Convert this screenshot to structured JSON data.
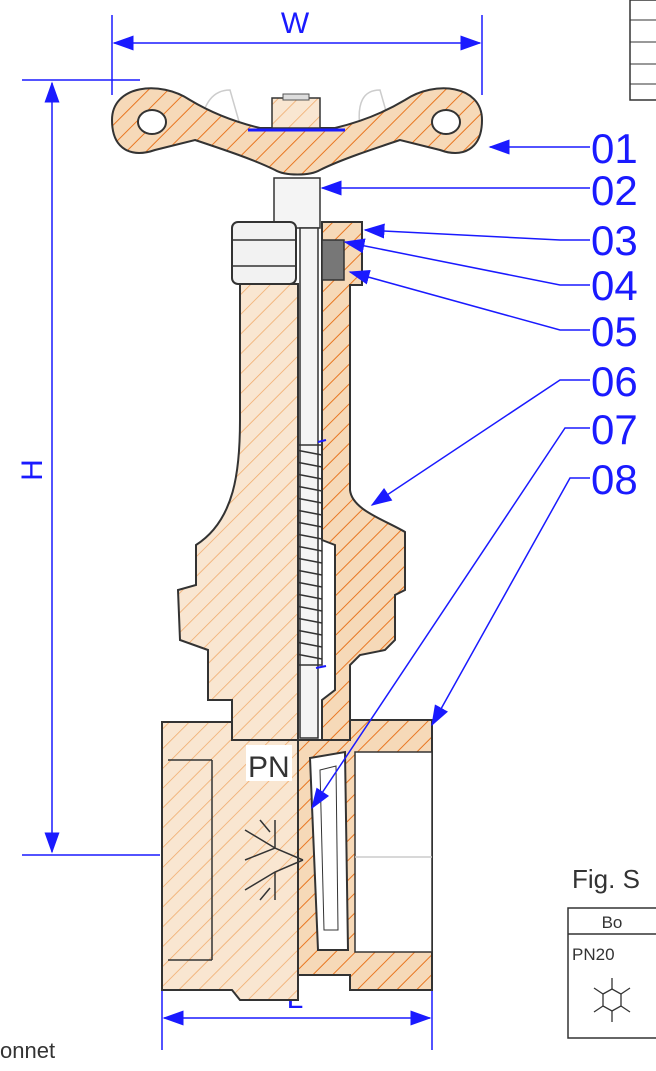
{
  "dimensions": {
    "width_label": "W",
    "height_label": "H",
    "length_label": "L"
  },
  "callouts": [
    "01",
    "02",
    "03",
    "04",
    "05",
    "06",
    "07",
    "08"
  ],
  "body_marking": "PN",
  "caption_fragment": "Fig. S",
  "bottom_text_fragment": "onnet",
  "legend_table": {
    "header": "Bo",
    "cell_text": "PN20"
  },
  "icons": {
    "body_mark": "snowflake-icon",
    "table_mark": "snowflake-icon"
  },
  "colors": {
    "hatch": "#e87722",
    "fill": "#f6d9b8",
    "dimension": "#1a1aff",
    "outline": "#333333"
  }
}
